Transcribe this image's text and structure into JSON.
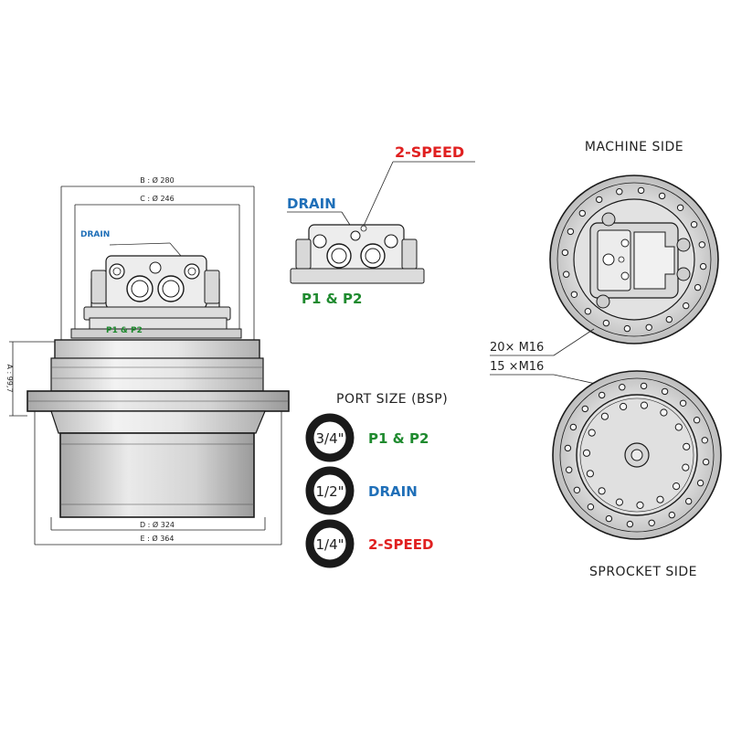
{
  "colors": {
    "drain": "#1f6fb8",
    "ports": "#1e8a2e",
    "two_speed": "#e02020",
    "line": "#1a1a1a"
  },
  "side_view": {
    "dim_b": "B : Ø 280",
    "dim_c": "C : Ø 246",
    "dim_a": "A : 99,7",
    "dim_d": "D : Ø 324",
    "dim_e": "E : Ø 364",
    "drain_label": "DRAIN",
    "ports_label": "P1 & P2"
  },
  "top_detail": {
    "two_speed_label": "2-SPEED",
    "drain_label": "DRAIN",
    "ports_label": "P1 & P2"
  },
  "port_legend": {
    "title": "PORT SIZE (BSP)",
    "items": [
      {
        "size": "3/4\"",
        "label": "P1 & P2",
        "color_key": "ports"
      },
      {
        "size": "1/2\"",
        "label": "DRAIN",
        "color_key": "drain"
      },
      {
        "size": "1/4\"",
        "label": "2-SPEED",
        "color_key": "two_speed"
      }
    ]
  },
  "machine_side": {
    "title": "MACHINE SIDE",
    "bolt_label": "20× M16"
  },
  "sprocket_side": {
    "title": "SPROCKET SIDE",
    "bolt_label": "15 ×M16"
  }
}
